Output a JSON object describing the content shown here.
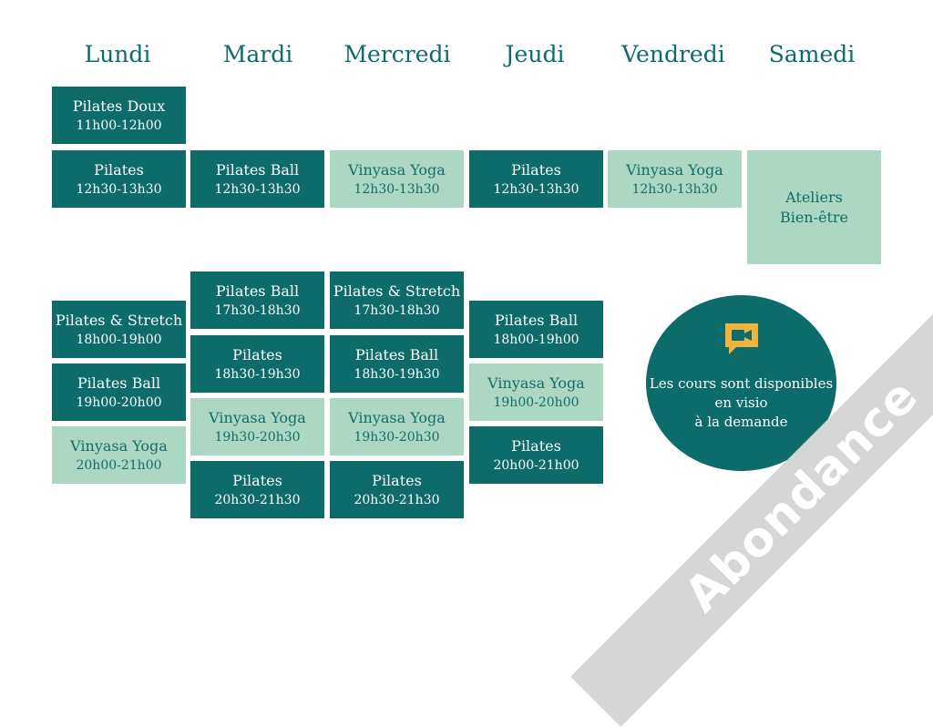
{
  "days": [
    "Lundi",
    "Mardi",
    "Mercredi",
    "Jeudi",
    "Vendredi",
    "Samedi"
  ],
  "classes": [
    {
      "name": "Pilates Doux",
      "time": "11h00-12h00",
      "style": "dark"
    },
    {
      "name": "Pilates",
      "time": "12h30-13h30",
      "style": "dark"
    },
    {
      "name": "Pilates Ball",
      "time": "12h30-13h30",
      "style": "dark"
    },
    {
      "name": "Vinyasa Yoga",
      "time": "12h30-13h30",
      "style": "light"
    },
    {
      "name": "Pilates",
      "time": "12h30-13h30",
      "style": "dark"
    },
    {
      "name": "Vinyasa Yoga",
      "time": "12h30-13h30",
      "style": "light"
    },
    {
      "name": "Pilates & Stretch",
      "time": "18h00-19h00",
      "style": "dark"
    },
    {
      "name": "Pilates Ball",
      "time": "19h00-20h00",
      "style": "dark"
    },
    {
      "name": "Vinyasa Yoga",
      "time": "20h00-21h00",
      "style": "light"
    },
    {
      "name": "Pilates Ball",
      "time": "17h30-18h30",
      "style": "dark"
    },
    {
      "name": "Pilates",
      "time": "18h30-19h30",
      "style": "dark"
    },
    {
      "name": "Vinyasa Yoga",
      "time": "19h30-20h30",
      "style": "light"
    },
    {
      "name": "Pilates",
      "time": "20h30-21h30",
      "style": "dark"
    },
    {
      "name": "Pilates & Stretch",
      "time": "17h30-18h30",
      "style": "dark"
    },
    {
      "name": "Pilates Ball",
      "time": "18h30-19h30",
      "style": "dark"
    },
    {
      "name": "Vinyasa Yoga",
      "time": "19h30-20h30",
      "style": "light"
    },
    {
      "name": "Pilates",
      "time": "20h30-21h30",
      "style": "dark"
    },
    {
      "name": "Pilates Ball",
      "time": "18h00-19h00",
      "style": "dark"
    },
    {
      "name": "Vinyasa Yoga",
      "time": "19h00-20h00",
      "style": "light"
    },
    {
      "name": "Pilates",
      "time": "20h00-21h00",
      "style": "dark"
    }
  ],
  "saturday": {
    "line1": "Ateliers",
    "line2": "Bien-être"
  },
  "visio": {
    "icon": "video-camera-icon",
    "line1": "Les cours sont disponibles",
    "line2": "en visio",
    "line3": "à la demande"
  },
  "watermark": "Abondance",
  "colors": {
    "dark": "#0d6b69",
    "light": "#abd7c3",
    "accent": "#f0b33c"
  }
}
